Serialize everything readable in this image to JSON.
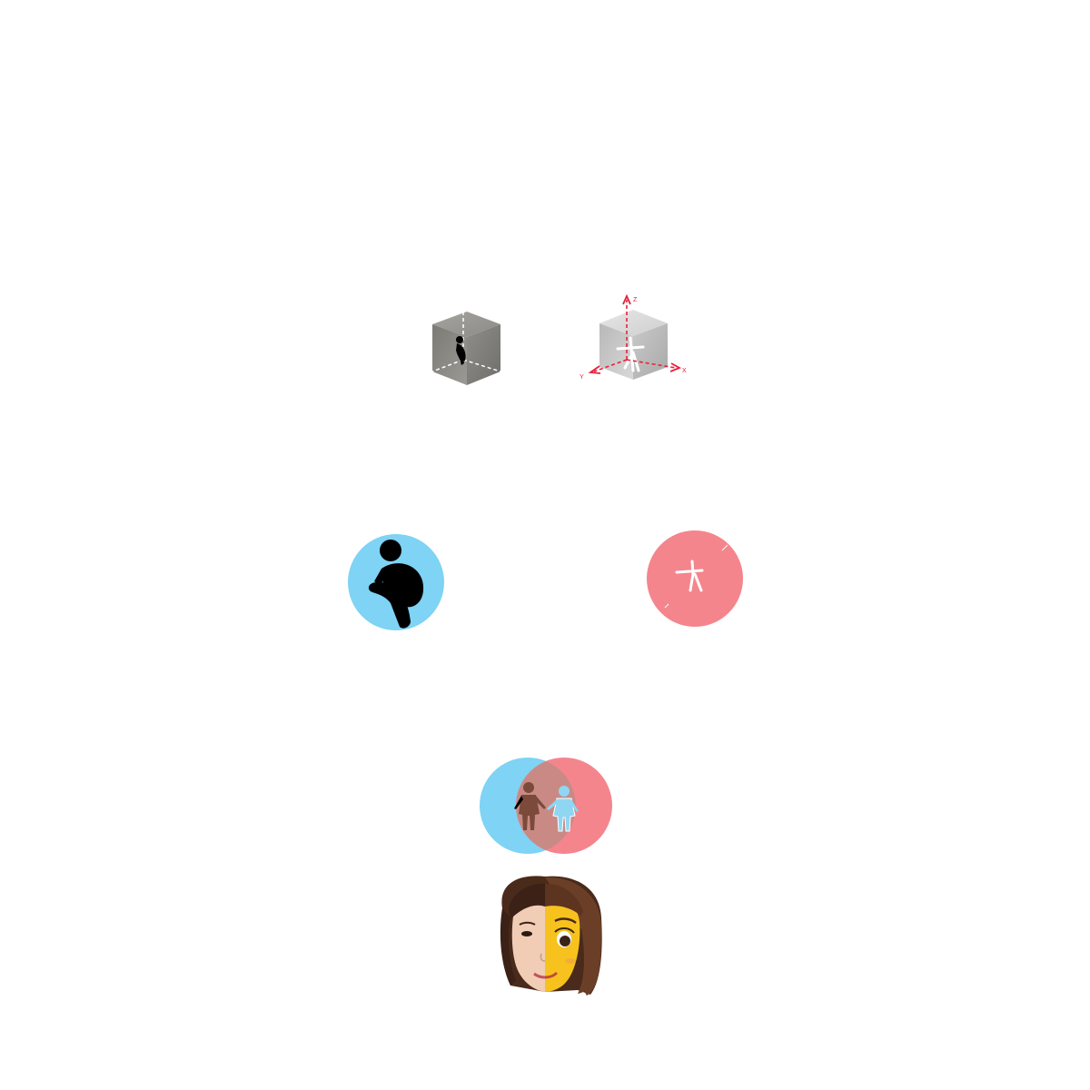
{
  "colors": {
    "background": "#ffffff",
    "blue": "#7fd3f4",
    "pink": "#f4858d",
    "overlap": "#c98a86",
    "axis_red": "#e8203a",
    "figure_black": "#000000",
    "figure_white": "#ffffff",
    "figure_brown": "#7b4a3a",
    "figure_lightblue": "#8fd6f2",
    "cube_dark": "#8a8a85",
    "cube_light": "#cfcfcf"
  },
  "cube_left": {
    "icon": "crouching-figure-in-cube-icon"
  },
  "cube_right": {
    "icon": "stretching-figure-in-cube-icon",
    "axes": {
      "z": "Z",
      "x": "X",
      "y": "Y"
    }
  },
  "circle_left": {
    "icon": "crouching-figure-icon"
  },
  "circle_right": {
    "icon": "stretching-figure-icon"
  },
  "venn": {
    "icons": [
      "brown-figure-icon",
      "lightblue-figure-icon"
    ]
  },
  "face": {
    "icon": "half-real-half-memoji-face-icon"
  }
}
